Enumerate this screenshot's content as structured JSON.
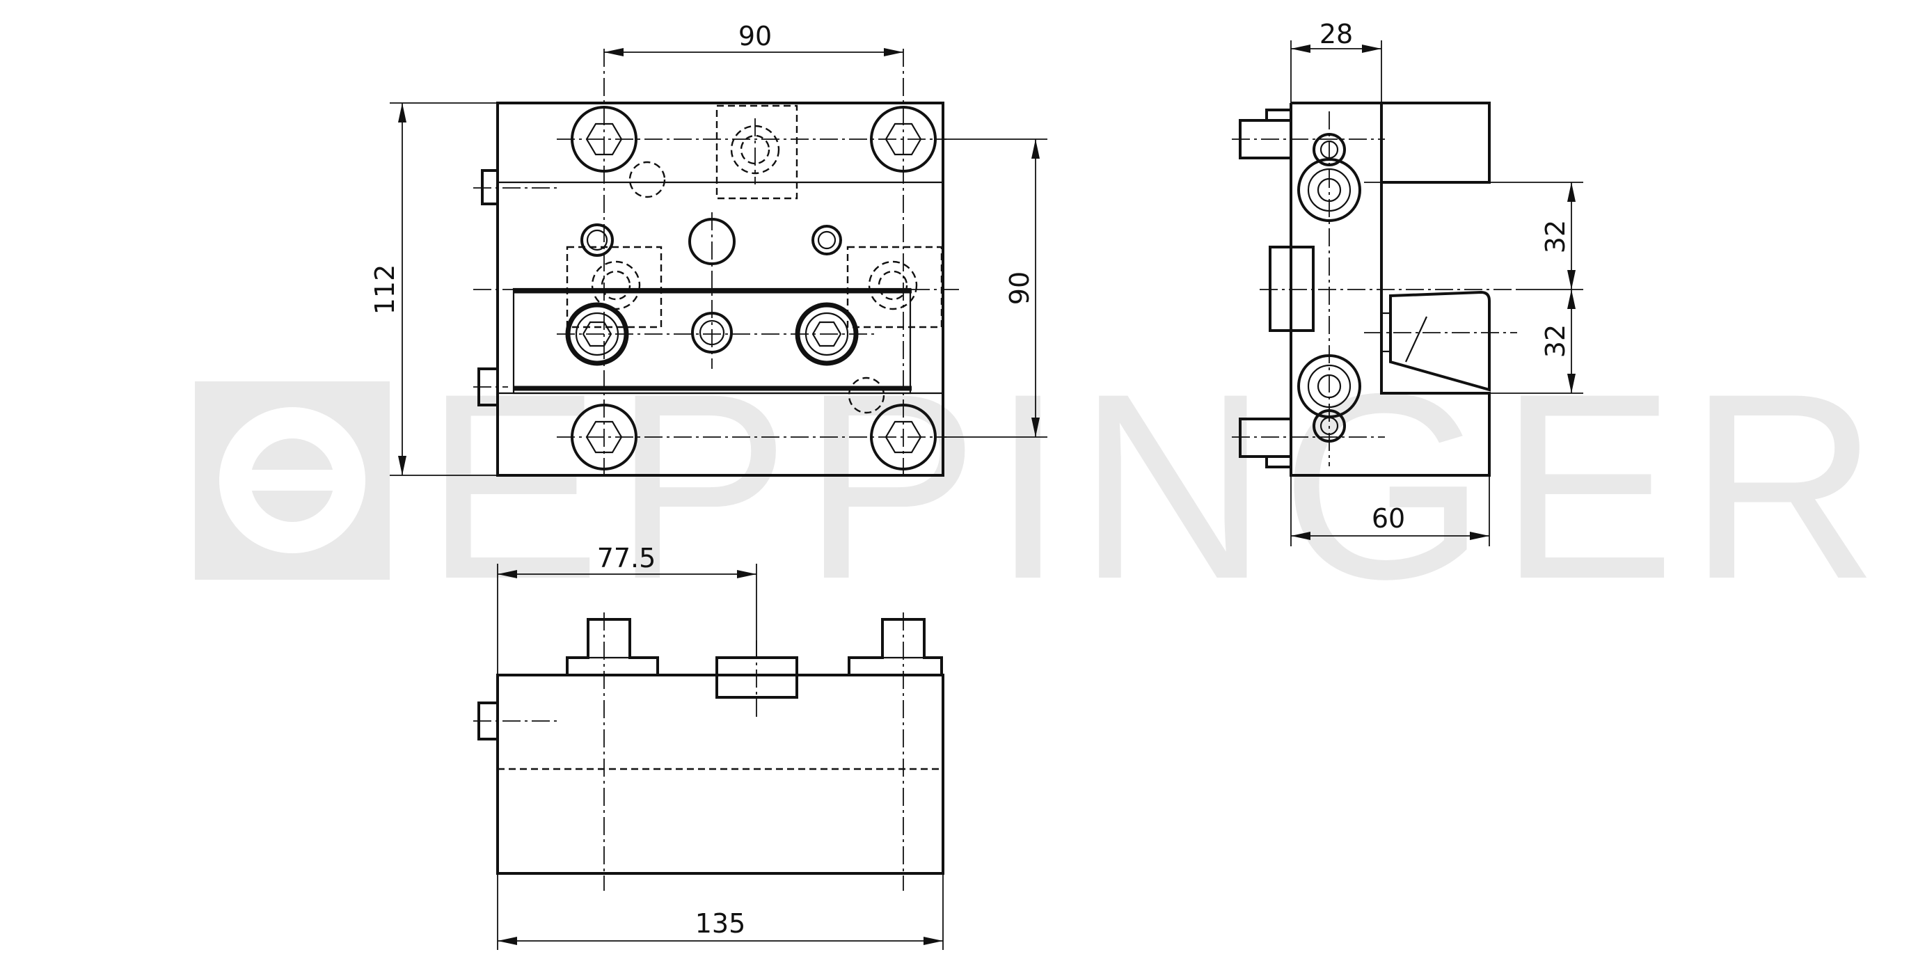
{
  "watermark": {
    "text": "EPPINGER",
    "color": "#e9e9e9"
  },
  "dimensions": {
    "top_width": "90",
    "total_height": "112",
    "right_height": "90",
    "side_depth": "28",
    "side_upper": "32",
    "side_lower": "32",
    "side_width": "60",
    "bottom_offset": "77.5",
    "bottom_length": "135"
  },
  "colors": {
    "line": "#111111",
    "background": "#ffffff"
  }
}
